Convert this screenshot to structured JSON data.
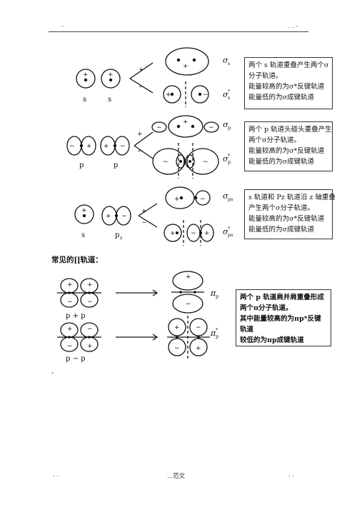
{
  "header": {
    "left_mark": "-",
    "right_mark": ". . -"
  },
  "box1": {
    "lines": [
      "两个 s 轨道重叠产生两个σ",
      "分子轨道。",
      "能量较高的为σ*反键轨道",
      "能量低的为σ成键轨道"
    ]
  },
  "box2": {
    "lines": [
      "两个 p 轨道头碰头重叠产生",
      "两个σ分子轨道。",
      "能量较高的为σ*反键轨道",
      "能量低的为σ成键轨道"
    ]
  },
  "box3": {
    "lines": [
      "s 轨道和 Pz 轨道沿 z 轴重叠",
      "产生两个σ分子轨道。",
      "能量较高的为σ*反键轨道",
      "能量低的为σ成键轨道"
    ]
  },
  "pi_title": "常见的∏轨道：",
  "box4": {
    "lines": [
      "两个 p 轨道肩并肩重叠形成",
      "两个π分子轨道。",
      "其中能量较高的为πp*反键",
      "轨道",
      "较低的为πp成键轨道"
    ]
  },
  "labels": {
    "s1": "s",
    "s2": "s",
    "p1": "p",
    "p2": "p",
    "s3": "s",
    "pz": "p",
    "pz_sub": "z",
    "sym_s": "σ",
    "sym_s_sub": "s",
    "sym_s_star_sub": "s",
    "sym_p": "σ",
    "sym_p_sub": "p",
    "sym_p_star_sub": "p",
    "sym_ps": "σ",
    "sym_ps_sub": "ps",
    "sym_ps_star_sub": "ps",
    "star": "*",
    "pi_p": "π",
    "pi_p_sub": "p",
    "pi_p_star_sub": "p",
    "pp_plus": "p  +  p",
    "pp_minus": "p  −  p",
    "plus": "+",
    "minus": "−"
  },
  "footer": {
    "left": ". .",
    "center": "...范文",
    "right": ". ."
  },
  "bullet": "."
}
